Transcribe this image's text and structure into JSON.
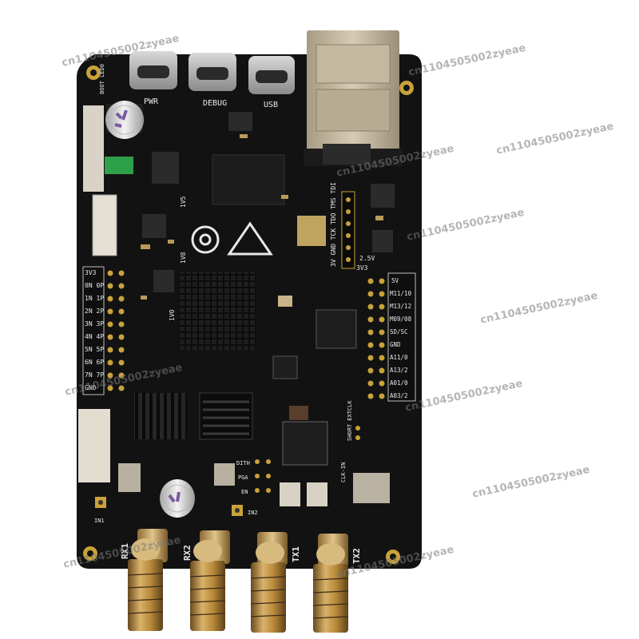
{
  "photo": {
    "colors": {
      "board": "#121212",
      "silk": "#e8e8e8",
      "gold": "#c9a23a",
      "brass": "#b8893a",
      "background": "#ffffff"
    }
  },
  "connectors": {
    "usb": [
      {
        "label": "PWR"
      },
      {
        "label": "DEBUG"
      },
      {
        "label": "USB"
      }
    ],
    "sma": [
      {
        "label": "RX1"
      },
      {
        "label": "RX2"
      },
      {
        "label": "TX1"
      },
      {
        "label": "TX2"
      }
    ]
  },
  "header_left": {
    "rows": [
      "3V3",
      "0N 0P",
      "1N 1P",
      "2N 2P",
      "3N 3P",
      "4N 4P",
      "5N 5P",
      "6N 6P",
      "7N 7P",
      "GND"
    ]
  },
  "header_right": {
    "rows": [
      "5V",
      "M11/10",
      "M13/12",
      "M09/08",
      "SD/SC",
      "GND",
      "A11/0",
      "A13/2",
      "A01/0",
      "A03/2"
    ]
  },
  "jtag": {
    "labels": "3V GND TCK TDO TMS TDI",
    "v25": "2.5V",
    "v33": "3V3",
    "v1": "1V5",
    "v2": "1V8",
    "v3": "1V0"
  },
  "misc_labels": {
    "dith": "DITH",
    "pga": "PGA",
    "en": "EN",
    "in1": "IN1",
    "in2": "IN2",
    "short": "SHORT EXTCLK",
    "clk": "CLK-IN",
    "boot": "BOOT LED0"
  },
  "watermark": "cn1104505002zyeae",
  "watermarks": [
    "cn1104505002zyeae",
    "cn1104505002zyeae",
    "cn1104505002zyeae",
    "cn1104505002zyeae",
    "cn1104505002zyeae",
    "cn1104505002zyeae",
    "cn1104505002zyeae",
    "cn1104505002zyeae",
    "cn1104505002zyeae",
    "cn1104505002zyeae",
    "cn1104505002zyeae"
  ]
}
